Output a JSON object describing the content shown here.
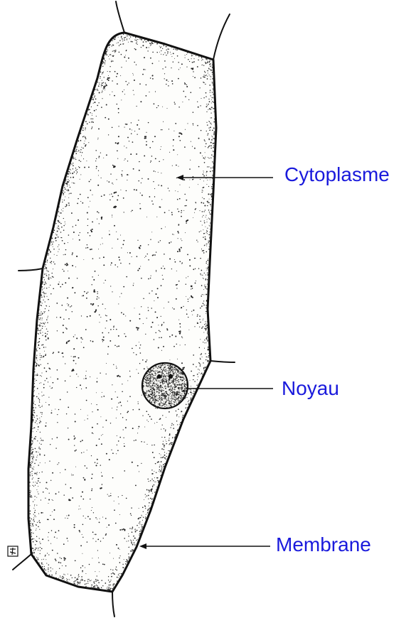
{
  "diagram": {
    "labels": {
      "cytoplasme": "Cytoplasme",
      "noyau": "Noyau",
      "membrane": "Membrane"
    },
    "colors": {
      "label_text": "#1a1adc",
      "ink": "#111111",
      "cell_fill": "#fdfdfb",
      "nucleus_fill": "#f1f1ee"
    }
  }
}
